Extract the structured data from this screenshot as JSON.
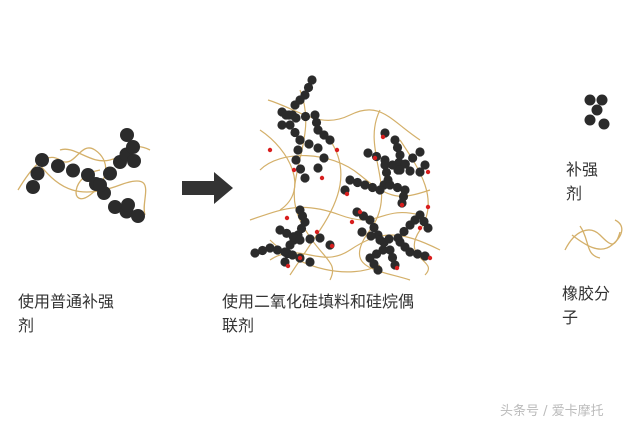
{
  "labels": {
    "ordinary_filler": "使用普通补强剂",
    "silica_silane": "使用二氧化硅填料和硅烷偶联剂",
    "legend_filler": "补强剂",
    "legend_rubber": "橡胶分子"
  },
  "watermark": "头条号 / 爱卡摩托",
  "colors": {
    "particle": "#2b2b2b",
    "rubber": "#d4b06a",
    "coupling": "#d81e1e",
    "arrow": "#333333"
  }
}
